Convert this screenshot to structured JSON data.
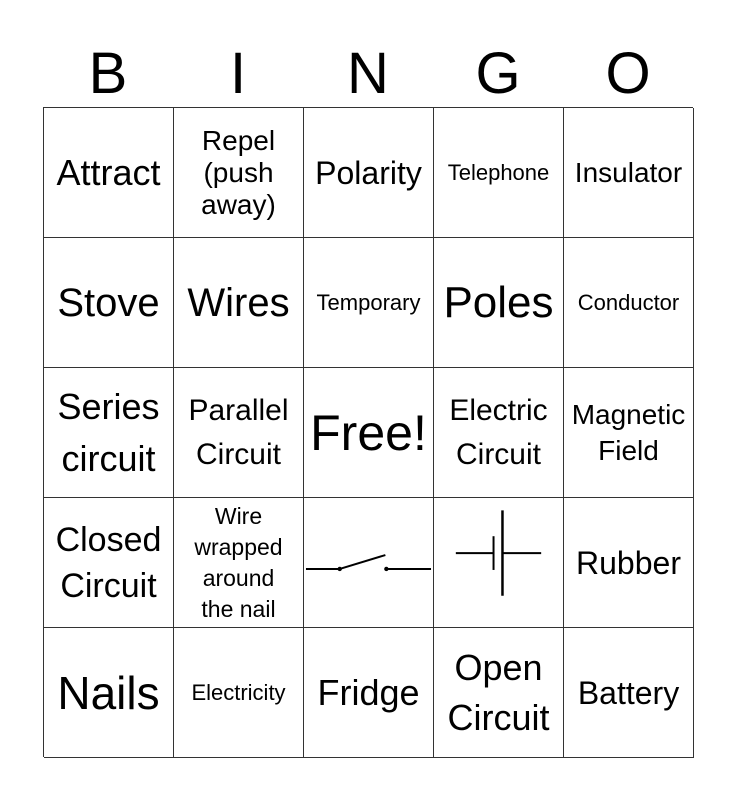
{
  "header": {
    "letters": [
      "B",
      "I",
      "N",
      "G",
      "O"
    ]
  },
  "cells": {
    "r1c1": "Attract",
    "r1c2": "Repel (push away)",
    "r1c3": "Polarity",
    "r1c4": "Telephone",
    "r1c5": "Insulator",
    "r2c1": "Stove",
    "r2c2": "Wires",
    "r2c3": "Temporary",
    "r2c4": "Poles",
    "r2c5": "Conductor",
    "r3c1": "Series circuit",
    "r3c2": "Parallel Circuit",
    "r3c3": "Free!",
    "r3c4": "Electric Circuit",
    "r3c5": "Magnetic Field",
    "r4c1": "Closed Circuit",
    "r4c2": "Wire wrapped around the nail",
    "r4c3": "open-switch-symbol",
    "r4c4": "battery-cell-symbol",
    "r4c5": "Rubber",
    "r5c1": "Nails",
    "r5c2": "Electricity",
    "r5c3": "Fridge",
    "r5c4": "Open Circuit",
    "r5c5": "Battery"
  }
}
